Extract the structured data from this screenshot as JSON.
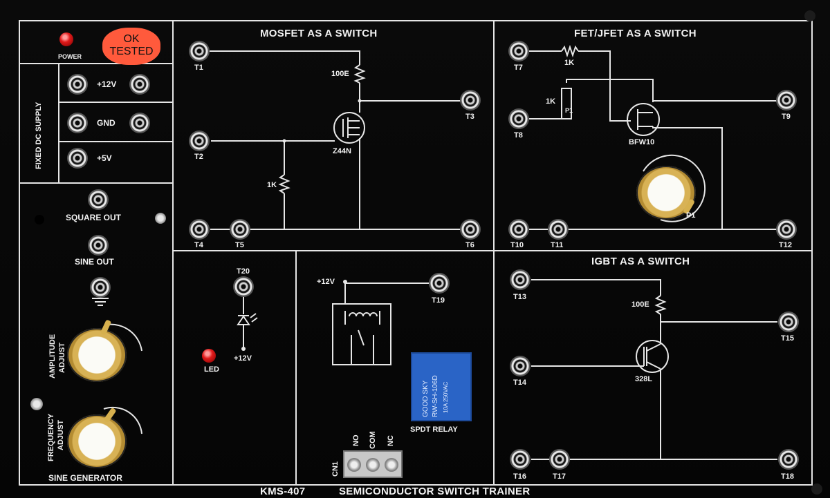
{
  "panel": {
    "model": "KMS-407",
    "name": "SEMICONDUCTOR SWITCH TRAINER",
    "status": {
      "power": "POWER",
      "stamp_line1": "OK",
      "stamp_line2": "TESTED"
    }
  },
  "supply": {
    "title": "FIXED DC SUPPLY",
    "plus12": "+12V",
    "gnd": "GND",
    "plus5": "+5V"
  },
  "sine_gen": {
    "title": "SINE GENERATOR",
    "square_out": "SQUARE OUT",
    "sine_out": "SINE OUT",
    "amp_line1": "AMPLITUDE",
    "amp_line2": "ADJUST",
    "freq_line1": "FREQUENCY",
    "freq_line2": "ADJUST"
  },
  "mosfet": {
    "title": "MOSFET AS A SWITCH",
    "r_drain": "100E",
    "part": "Z44N",
    "r_gate": "1K",
    "t1": "T1",
    "t2": "T2",
    "t3": "T3",
    "t4": "T4",
    "t5": "T5",
    "t6": "T6"
  },
  "fet": {
    "title": "FET/JFET AS A SWITCH",
    "r1": "1K",
    "pot": "1K",
    "p1a": "P1",
    "p1b": "P1",
    "part": "BFW10",
    "t7": "T7",
    "t8": "T8",
    "t9": "T9",
    "t10": "T10",
    "t11": "T11",
    "t12": "T12"
  },
  "led_section": {
    "t20": "T20",
    "vcc": "+12V",
    "led": "LED"
  },
  "relay_section": {
    "vcc": "+12V",
    "t19": "T19",
    "relay_label": "SPDT RELAY",
    "relay_text1": "GOOD SKY",
    "relay_text2": "RW-SH-106D",
    "relay_text3": "10A 250VAC",
    "cn1": "CN1",
    "no": "NO",
    "com": "COM",
    "nc": "NC"
  },
  "igbt": {
    "title": "IGBT AS A SWITCH",
    "r": "100E",
    "part": "328L",
    "t13": "T13",
    "t14": "T14",
    "t15": "T15",
    "t16": "T16",
    "t17": "T17",
    "t18": "T18"
  }
}
